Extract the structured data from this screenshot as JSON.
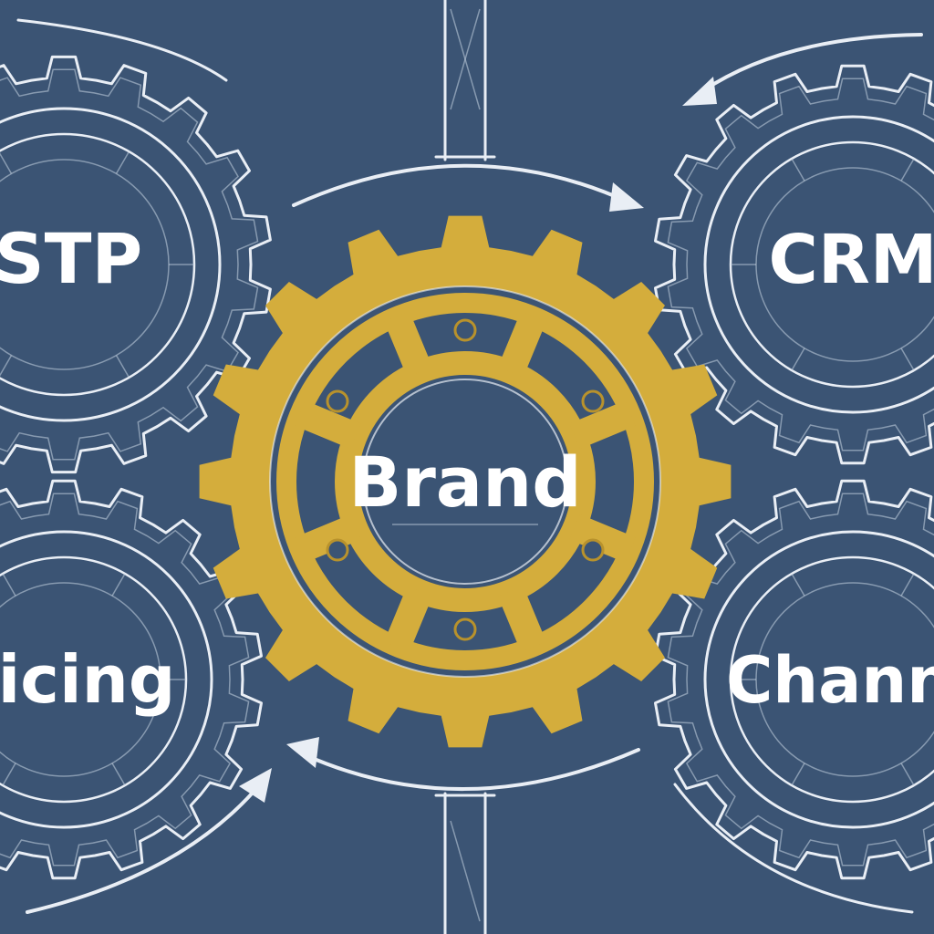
{
  "colors": {
    "background": "#3b5474",
    "line": "#e9eef5",
    "accent_gold": "#d4ad3c",
    "label": "#ffffff"
  },
  "gears": {
    "center": {
      "label": "Brand",
      "color": "gold"
    },
    "top_left": {
      "label": "STP"
    },
    "top_right": {
      "label": "CRM"
    },
    "bottom_left": {
      "label": "icing"
    },
    "bottom_right": {
      "label": "Chann"
    }
  },
  "arrows": {
    "count": 4,
    "direction": "clockwise"
  }
}
